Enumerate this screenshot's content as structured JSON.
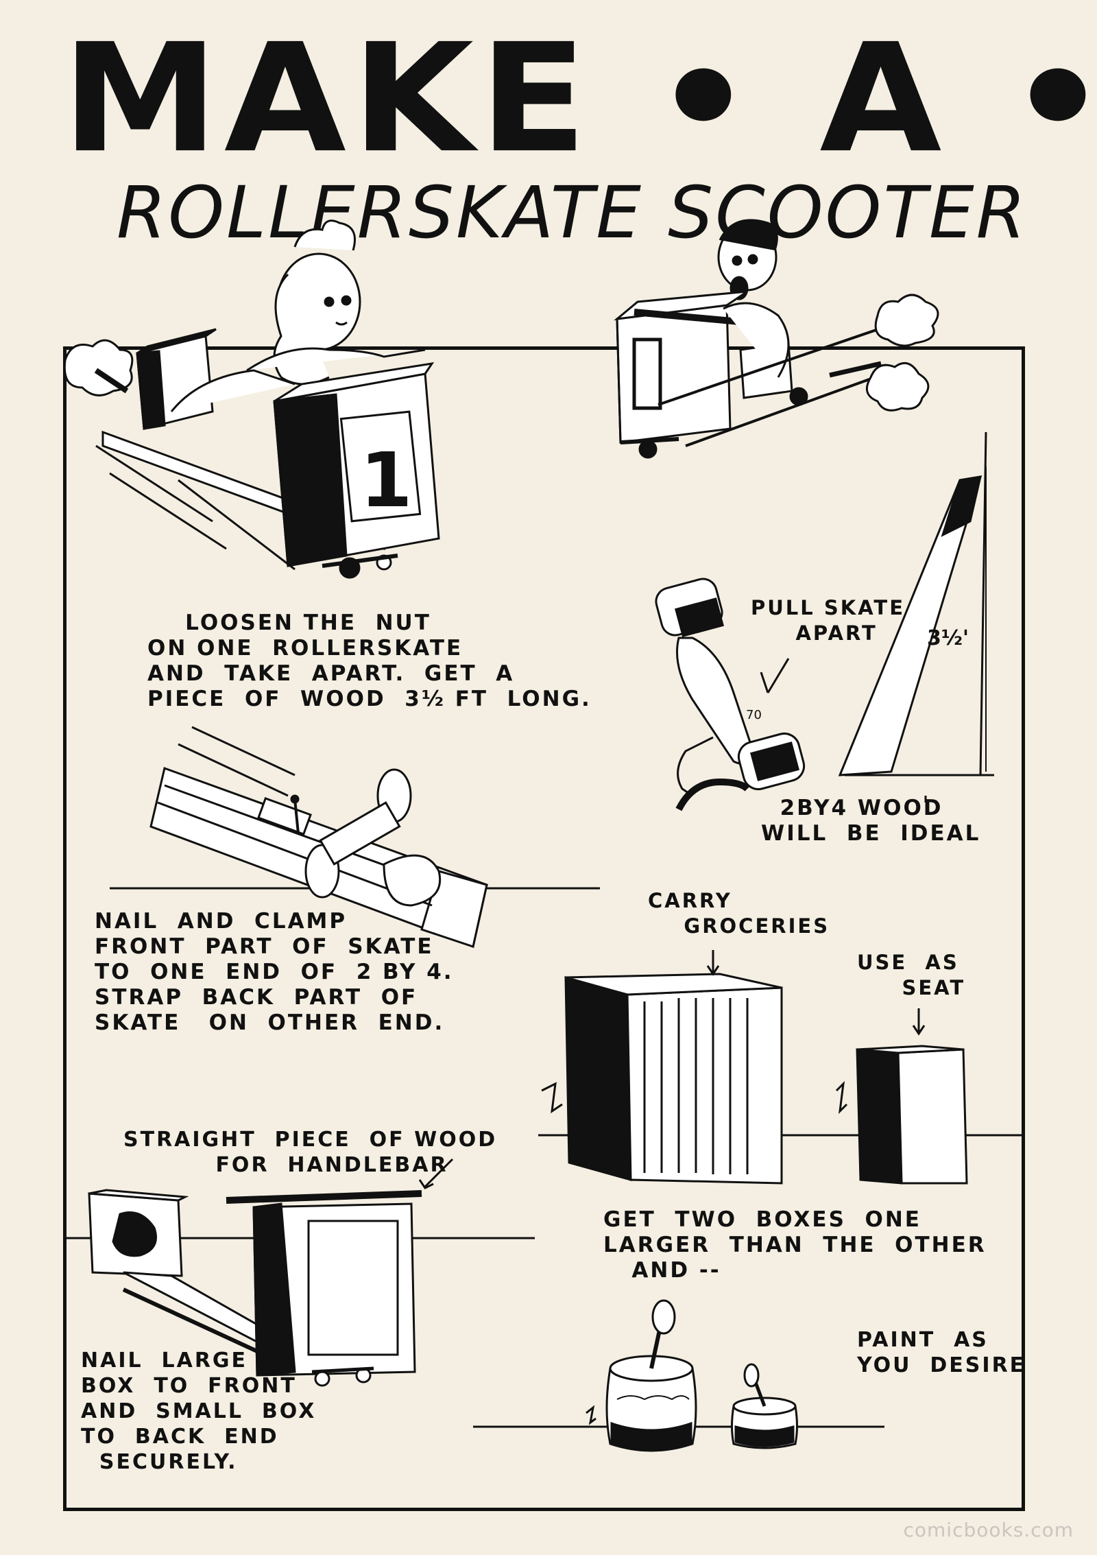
{
  "title": {
    "main": "MAKE • A •",
    "sub": "ROLLERSKATE SCOOTER"
  },
  "illustration_labels": {
    "box_number": "1",
    "length_mark": "3½'",
    "skate_mark": "70"
  },
  "captions": {
    "step_loosen": "    LOOSEN THE  NUT\nON ONE  ROLLERSKATE\nAND  TAKE  APART.  GET  A\nPIECE  OF  WOOD  3½ FT  LONG.",
    "pull_skate": "PULL SKATE\n     APART",
    "wood_ideal": "  2BY4 WOOD\nWILL  BE  IDEAL",
    "step_nail_clamp": "NAIL  AND  CLAMP\nFRONT  PART  OF  SKATE\nTO  ONE  END  OF  2 BY 4.\nSTRAP  BACK  PART  OF\nSKATE   ON  OTHER  END.",
    "carry_groceries": "CARRY\n    GROCERIES",
    "use_as_seat": "USE  AS\n     SEAT",
    "get_two_boxes": "GET  TWO  BOXES  ONE\nLARGER  THAN  THE  OTHER\n   AND --",
    "handlebar": "STRAIGHT  PIECE  OF WOOD\n          FOR  HANDLEBAR",
    "nail_large_box": "NAIL  LARGE\nBOX  TO  FRONT\nAND  SMALL  BOX\nTO  BACK  END\n  SECURELY.",
    "paint": "PAINT  AS\nYOU  DESIRE"
  },
  "watermark": "comicbooks.com"
}
